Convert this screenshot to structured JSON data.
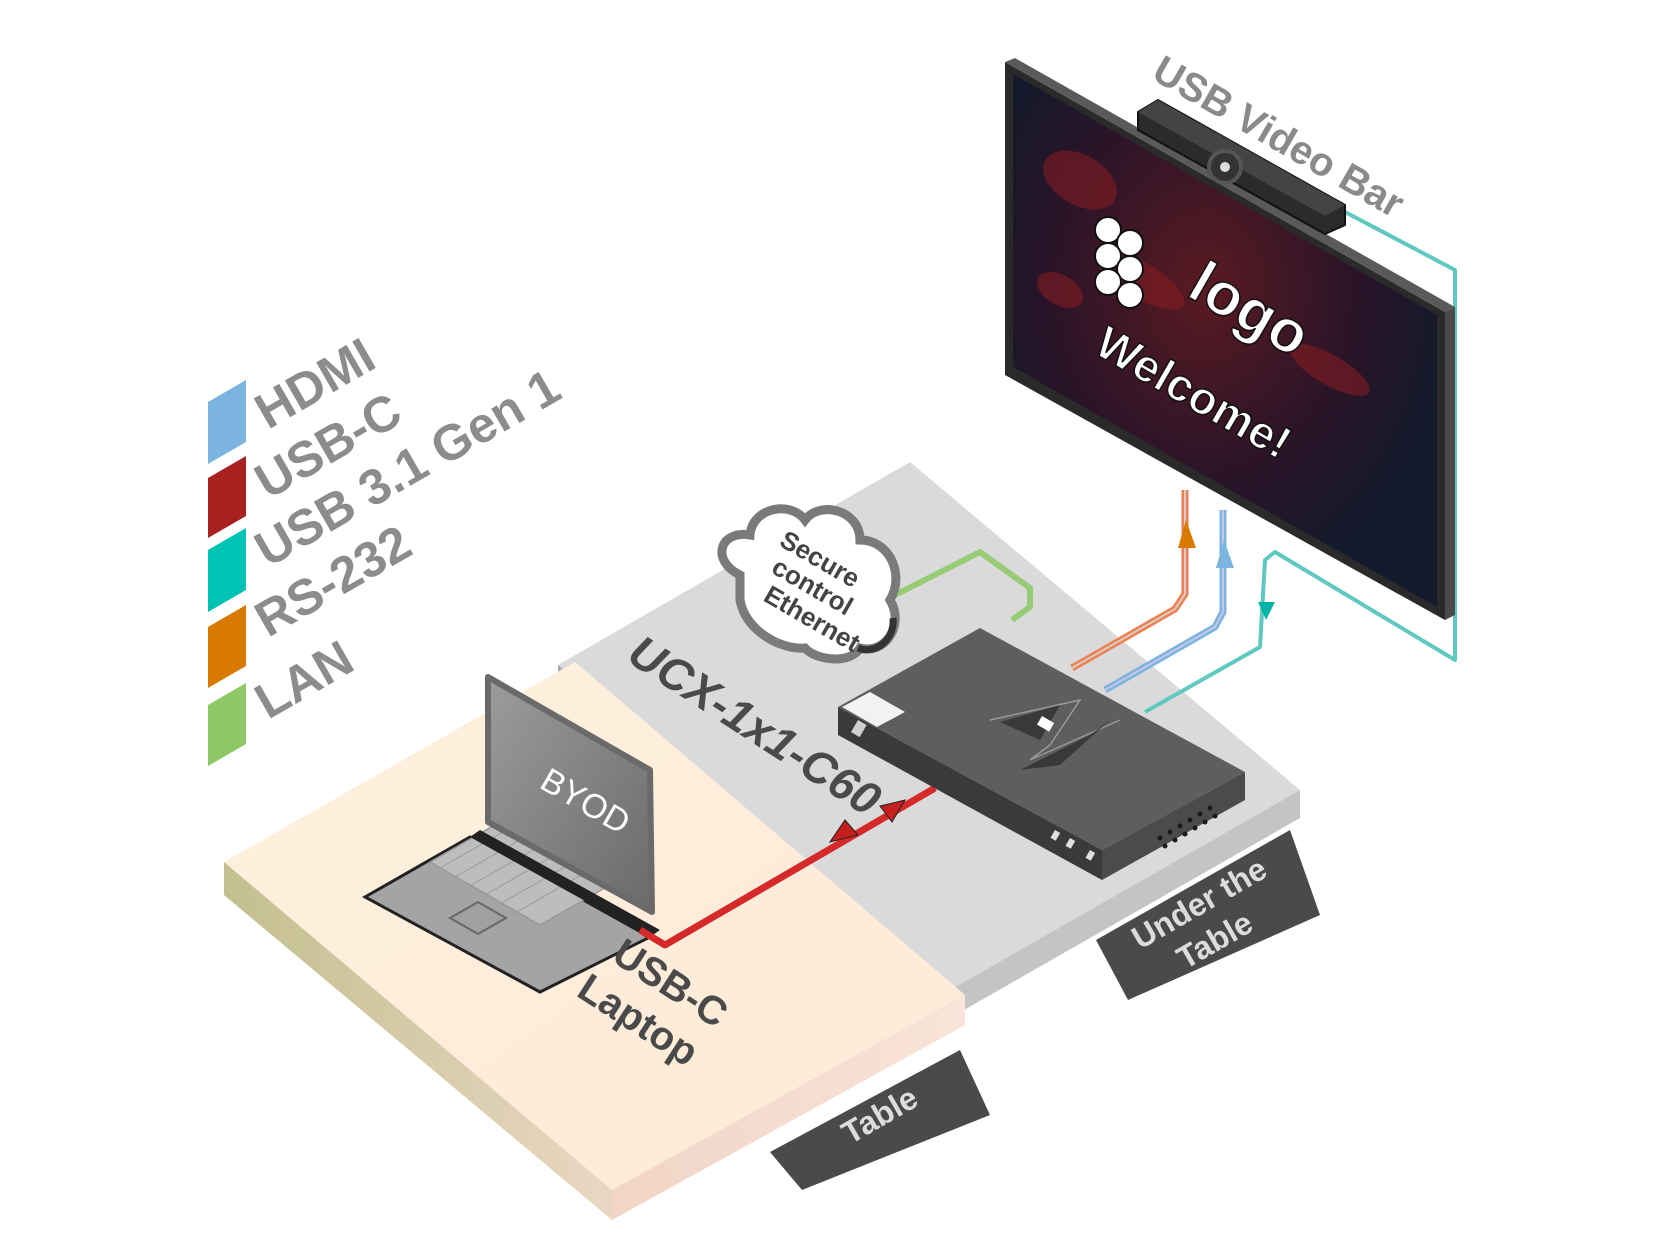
{
  "legend": {
    "items": [
      {
        "label": "HDMI",
        "color": "#7ab4df"
      },
      {
        "label": "USB-C",
        "color": "#a82020"
      },
      {
        "label": "USB 3.1 Gen 1",
        "color": "#00c3b4"
      },
      {
        "label": "RS-232",
        "color": "#d97a00"
      },
      {
        "label": "LAN",
        "color": "#8cc864"
      }
    ]
  },
  "display": {
    "logo_text": "logo",
    "welcome_text": "Welcome!",
    "video_bar_label": "USB Video Bar"
  },
  "cloud": {
    "line1": "Secure",
    "line2": "control",
    "line3": "Ethernet"
  },
  "device": {
    "model_label": "UCX-1x1-C60"
  },
  "laptop": {
    "screen_text": "BYOD",
    "caption_line1": "USB-C",
    "caption_line2": "Laptop"
  },
  "tags": {
    "under_table_line1": "Under the",
    "under_table_line2": "Table",
    "table": "Table"
  },
  "icons": {
    "cloud": "cloud-icon",
    "laptop": "laptop-icon",
    "display": "display-icon",
    "camera": "video-bar-icon",
    "device": "switcher-icon"
  }
}
